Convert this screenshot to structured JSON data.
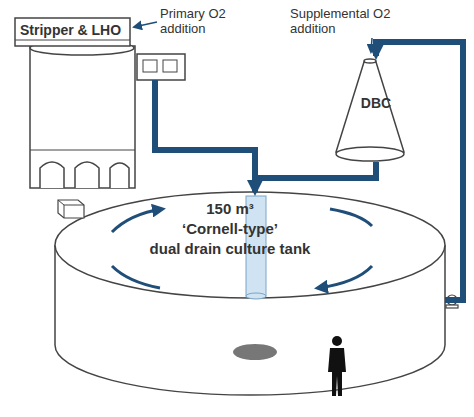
{
  "diagram": {
    "nodes": [
      {
        "text": [
          "Stripper & LHO"
        ]
      },
      {
        "text": [
          "DBC"
        ]
      },
      {
        "text": [
          "150 m³",
          "‘Cornell-type’",
          "dual drain culture tank"
        ]
      }
    ],
    "edges": [
      {
        "from": 0,
        "to": 2,
        "arrow": "none"
      },
      {
        "from": 1,
        "to": 2,
        "arrow": "to"
      },
      {
        "from": 2,
        "to": 1,
        "arrow": "to"
      }
    ],
    "labels": [
      "Primary O2 addition",
      "Supplemental O2 addition"
    ]
  }
}
